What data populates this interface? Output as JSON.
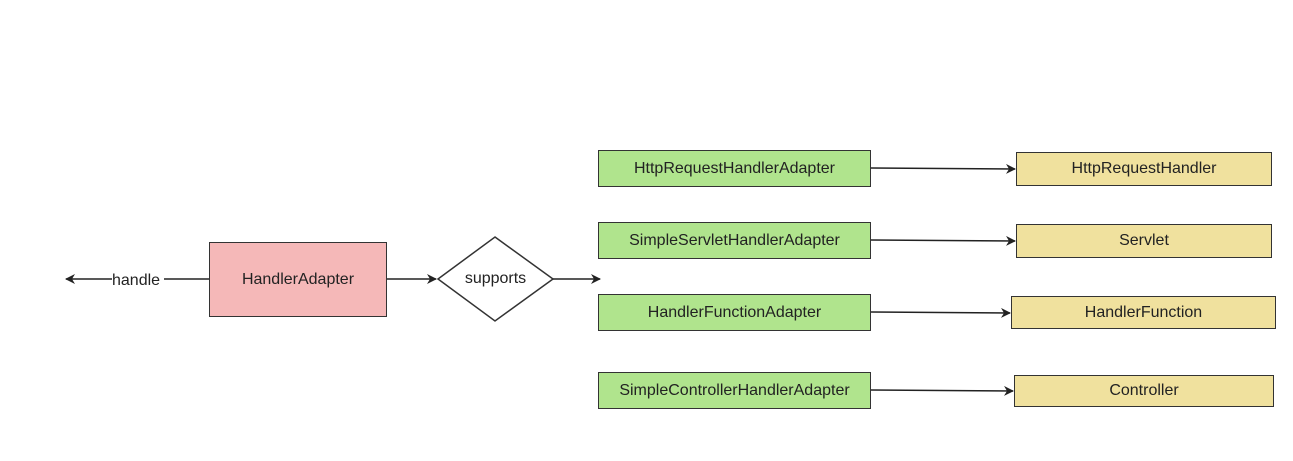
{
  "labels": {
    "handle": "handle",
    "supports": "supports"
  },
  "core": {
    "name": "HandlerAdapter"
  },
  "adapters": [
    "HttpRequestHandlerAdapter",
    "SimpleServletHandlerAdapter",
    "HandlerFunctionAdapter",
    "SimpleControllerHandlerAdapter"
  ],
  "targets": [
    "HttpRequestHandler",
    "Servlet",
    "HandlerFunction",
    "Controller"
  ],
  "colors": {
    "core": "#f5b8b8",
    "adapter": "#b0e48d",
    "target": "#f0e19e",
    "stroke": "#333333"
  }
}
